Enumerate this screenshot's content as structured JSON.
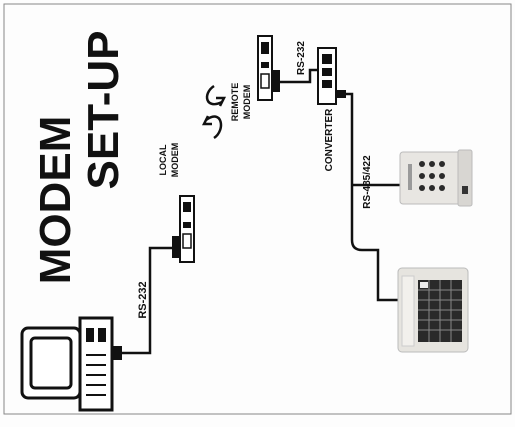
{
  "title": {
    "line1": "MODEM",
    "line2": "SET-UP"
  },
  "labels": {
    "rs232_left": "RS-232",
    "local_modem_line1": "LOCAL",
    "local_modem_line2": "MODEM",
    "remote_modem_line1": "REMOTE",
    "remote_modem_line2": "MODEM",
    "rs232_right": "RS-232",
    "converter": "CONVERTER",
    "rs485": "RS-485/422"
  },
  "colors": {
    "ink": "#111111",
    "device_light": "#e8e6e2",
    "device_dark": "#2a2a2a"
  }
}
